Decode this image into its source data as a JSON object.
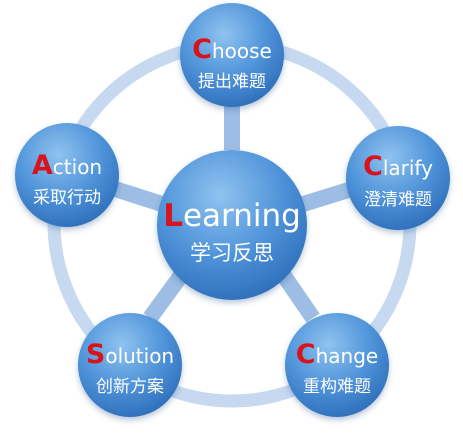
{
  "center": {
    "initial": "L",
    "rest": "earning",
    "subtitle": "学习反思"
  },
  "nodes": [
    {
      "id": "choose",
      "initial": "C",
      "rest": "hoose",
      "subtitle": "提出难题"
    },
    {
      "id": "clarify",
      "initial": "C",
      "rest": "larify",
      "subtitle": "澄清难题"
    },
    {
      "id": "change",
      "initial": "C",
      "rest": "hange",
      "subtitle": "重构难题"
    },
    {
      "id": "solution",
      "initial": "S",
      "rest": "olution",
      "subtitle": "创新方案"
    },
    {
      "id": "action",
      "initial": "A",
      "rest": "ction",
      "subtitle": "采取行动"
    }
  ],
  "colors": {
    "circle_light": "#7fb7ea",
    "circle_dark": "#2f75c3",
    "ring": "#c6d9f1",
    "spoke": "#9dbde4",
    "initial": "#d8131b",
    "text": "#ffffff"
  }
}
